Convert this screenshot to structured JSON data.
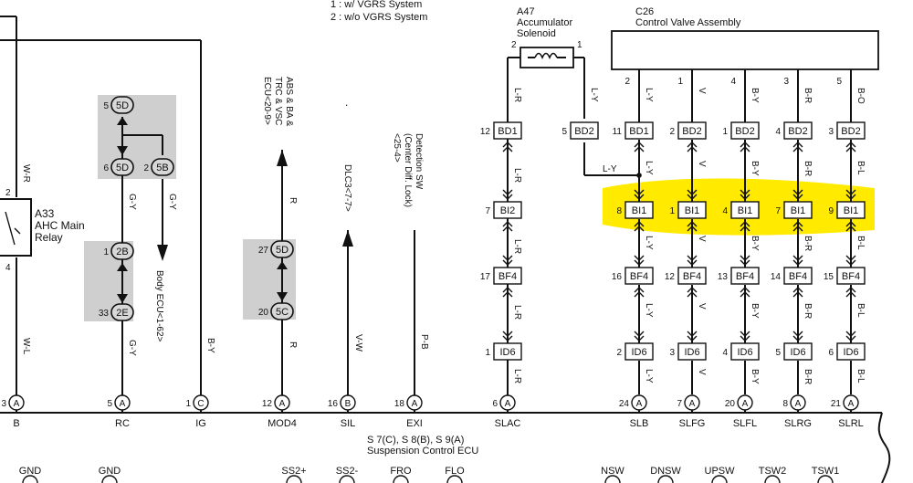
{
  "legend": {
    "line1": "1 : w/ VGRS System",
    "line2": "2 : w/o VGRS System"
  },
  "labels": {
    "a47_code": "A47",
    "a47_name1": "Accumulator",
    "a47_name2": "Solenoid",
    "c26_code": "C26",
    "c26_name": "Control Valve Assembly",
    "a33_code": "A33",
    "a33_name1": "AHC Main",
    "a33_name2": "Relay",
    "ecu_line1": "S 7(C), S 8(B), S 9(A)",
    "ecu_line2": "Suspension Control ECU",
    "ref_abs1": "ABS & BA &",
    "ref_abs2": "TRC & VSC",
    "ref_abs3": "ECU<20-9>",
    "ref_dlc": "DLC3<7-7>",
    "ref_det1": "Detection SW",
    "ref_det2": "(Center Diff. Lock)",
    "ref_det3": "<25-4>",
    "ref_body": "Body ECU<1-62>",
    "dot_marker": "."
  },
  "a47_pins": [
    "2",
    "1"
  ],
  "a33_pins": [
    "2",
    "4"
  ],
  "gray_connectors": {
    "g5D_top": {
      "pin": "5",
      "code": "5D"
    },
    "g5D_bot": {
      "pin": "6",
      "code": "5D"
    },
    "g5B": {
      "pin": "2",
      "code": "5B"
    },
    "g2B": {
      "pin": "1",
      "code": "2B"
    },
    "g2E": {
      "pin": "33",
      "code": "2E"
    },
    "g5D_mod": {
      "pin": "27",
      "code": "5D"
    },
    "g5C": {
      "pin": "20",
      "code": "5C"
    }
  },
  "slac_chain": {
    "top": {
      "pin": "12",
      "code": "BD1"
    },
    "c2": {
      "pin": "7",
      "code": "BI2"
    },
    "c3": {
      "pin": "17",
      "code": "BF4"
    },
    "c4": {
      "pin": "1",
      "code": "ID6"
    }
  },
  "a47_bd2": {
    "pin": "5",
    "code": "BD2"
  },
  "bottom_terminals": [
    {
      "pin": "3",
      "letter": "A",
      "name": "B"
    },
    {
      "pin": "5",
      "letter": "A",
      "name": "RC"
    },
    {
      "pin": "1",
      "letter": "C",
      "name": "IG"
    },
    {
      "pin": "12",
      "letter": "A",
      "name": "MOD4"
    },
    {
      "pin": "16",
      "letter": "B",
      "name": "SIL"
    },
    {
      "pin": "18",
      "letter": "A",
      "name": "EXI"
    },
    {
      "pin": "6",
      "letter": "A",
      "name": "SLAC"
    },
    {
      "pin": "24",
      "letter": "A",
      "name": "SLB"
    },
    {
      "pin": "7",
      "letter": "A",
      "name": "SLFG"
    },
    {
      "pin": "20",
      "letter": "A",
      "name": "SLFL"
    },
    {
      "pin": "8",
      "letter": "A",
      "name": "SLRG"
    },
    {
      "pin": "21",
      "letter": "A",
      "name": "SLRL"
    }
  ],
  "wire_colors": {
    "b_wr": "W-R",
    "b_wl": "W-L",
    "rc_gy1": "G-Y",
    "rc_gy2": "G-Y",
    "rc_5b_gy": "G-Y",
    "ig_by": "B-Y",
    "mod_r1": "R",
    "mod_r2": "R",
    "sil_vw": "V-W",
    "exi_pb": "P-B",
    "slac_1": "L-R",
    "slac_2": "L-R",
    "slac_3": "L-R",
    "slac_4": "L-R",
    "slac_5": "L-R",
    "a47_ly": "L-Y",
    "cross_ly": "L-Y"
  },
  "valve_columns": [
    {
      "c26_pin": "2",
      "top_wire": "L-Y",
      "bd_pin": "11",
      "bd_code": "BD1",
      "mid_wire": "L-Y",
      "bi_pin": "8",
      "bf_pin": "16",
      "id_pin": "2",
      "lower_wire": "L-Y"
    },
    {
      "c26_pin": "1",
      "top_wire": "V",
      "bd_pin": "2",
      "bd_code": "BD2",
      "mid_wire": "V",
      "bi_pin": "1",
      "bf_pin": "12",
      "id_pin": "3",
      "lower_wire": "V"
    },
    {
      "c26_pin": "4",
      "top_wire": "B-Y",
      "bd_pin": "1",
      "bd_code": "BD2",
      "mid_wire": "B-Y",
      "bi_pin": "4",
      "bf_pin": "13",
      "id_pin": "4",
      "lower_wire": "B-Y"
    },
    {
      "c26_pin": "3",
      "top_wire": "B-R",
      "bd_pin": "4",
      "bd_code": "BD2",
      "mid_wire": "B-R",
      "bi_pin": "7",
      "bf_pin": "14",
      "id_pin": "5",
      "lower_wire": "B-R"
    },
    {
      "c26_pin": "5",
      "top_wire": "B-O",
      "bd_pin": "3",
      "bd_code": "BD2",
      "mid_wire": "B-L",
      "bi_pin": "9",
      "bf_pin": "15",
      "id_pin": "6",
      "lower_wire": "B-L"
    }
  ],
  "valve_codes": {
    "bi": "BI1",
    "bf": "BF4",
    "id": "ID6"
  },
  "bottom_signals": [
    "GND",
    "GND",
    "SS2+",
    "SS2-",
    "FRO",
    "FLO",
    "NSW",
    "DNSW",
    "UPSW",
    "TSW2",
    "TSW1"
  ],
  "colors": {
    "highlight": "#ffea00",
    "connector_gray": "#d8d8d8",
    "shade_gray": "#cfcfcf"
  }
}
